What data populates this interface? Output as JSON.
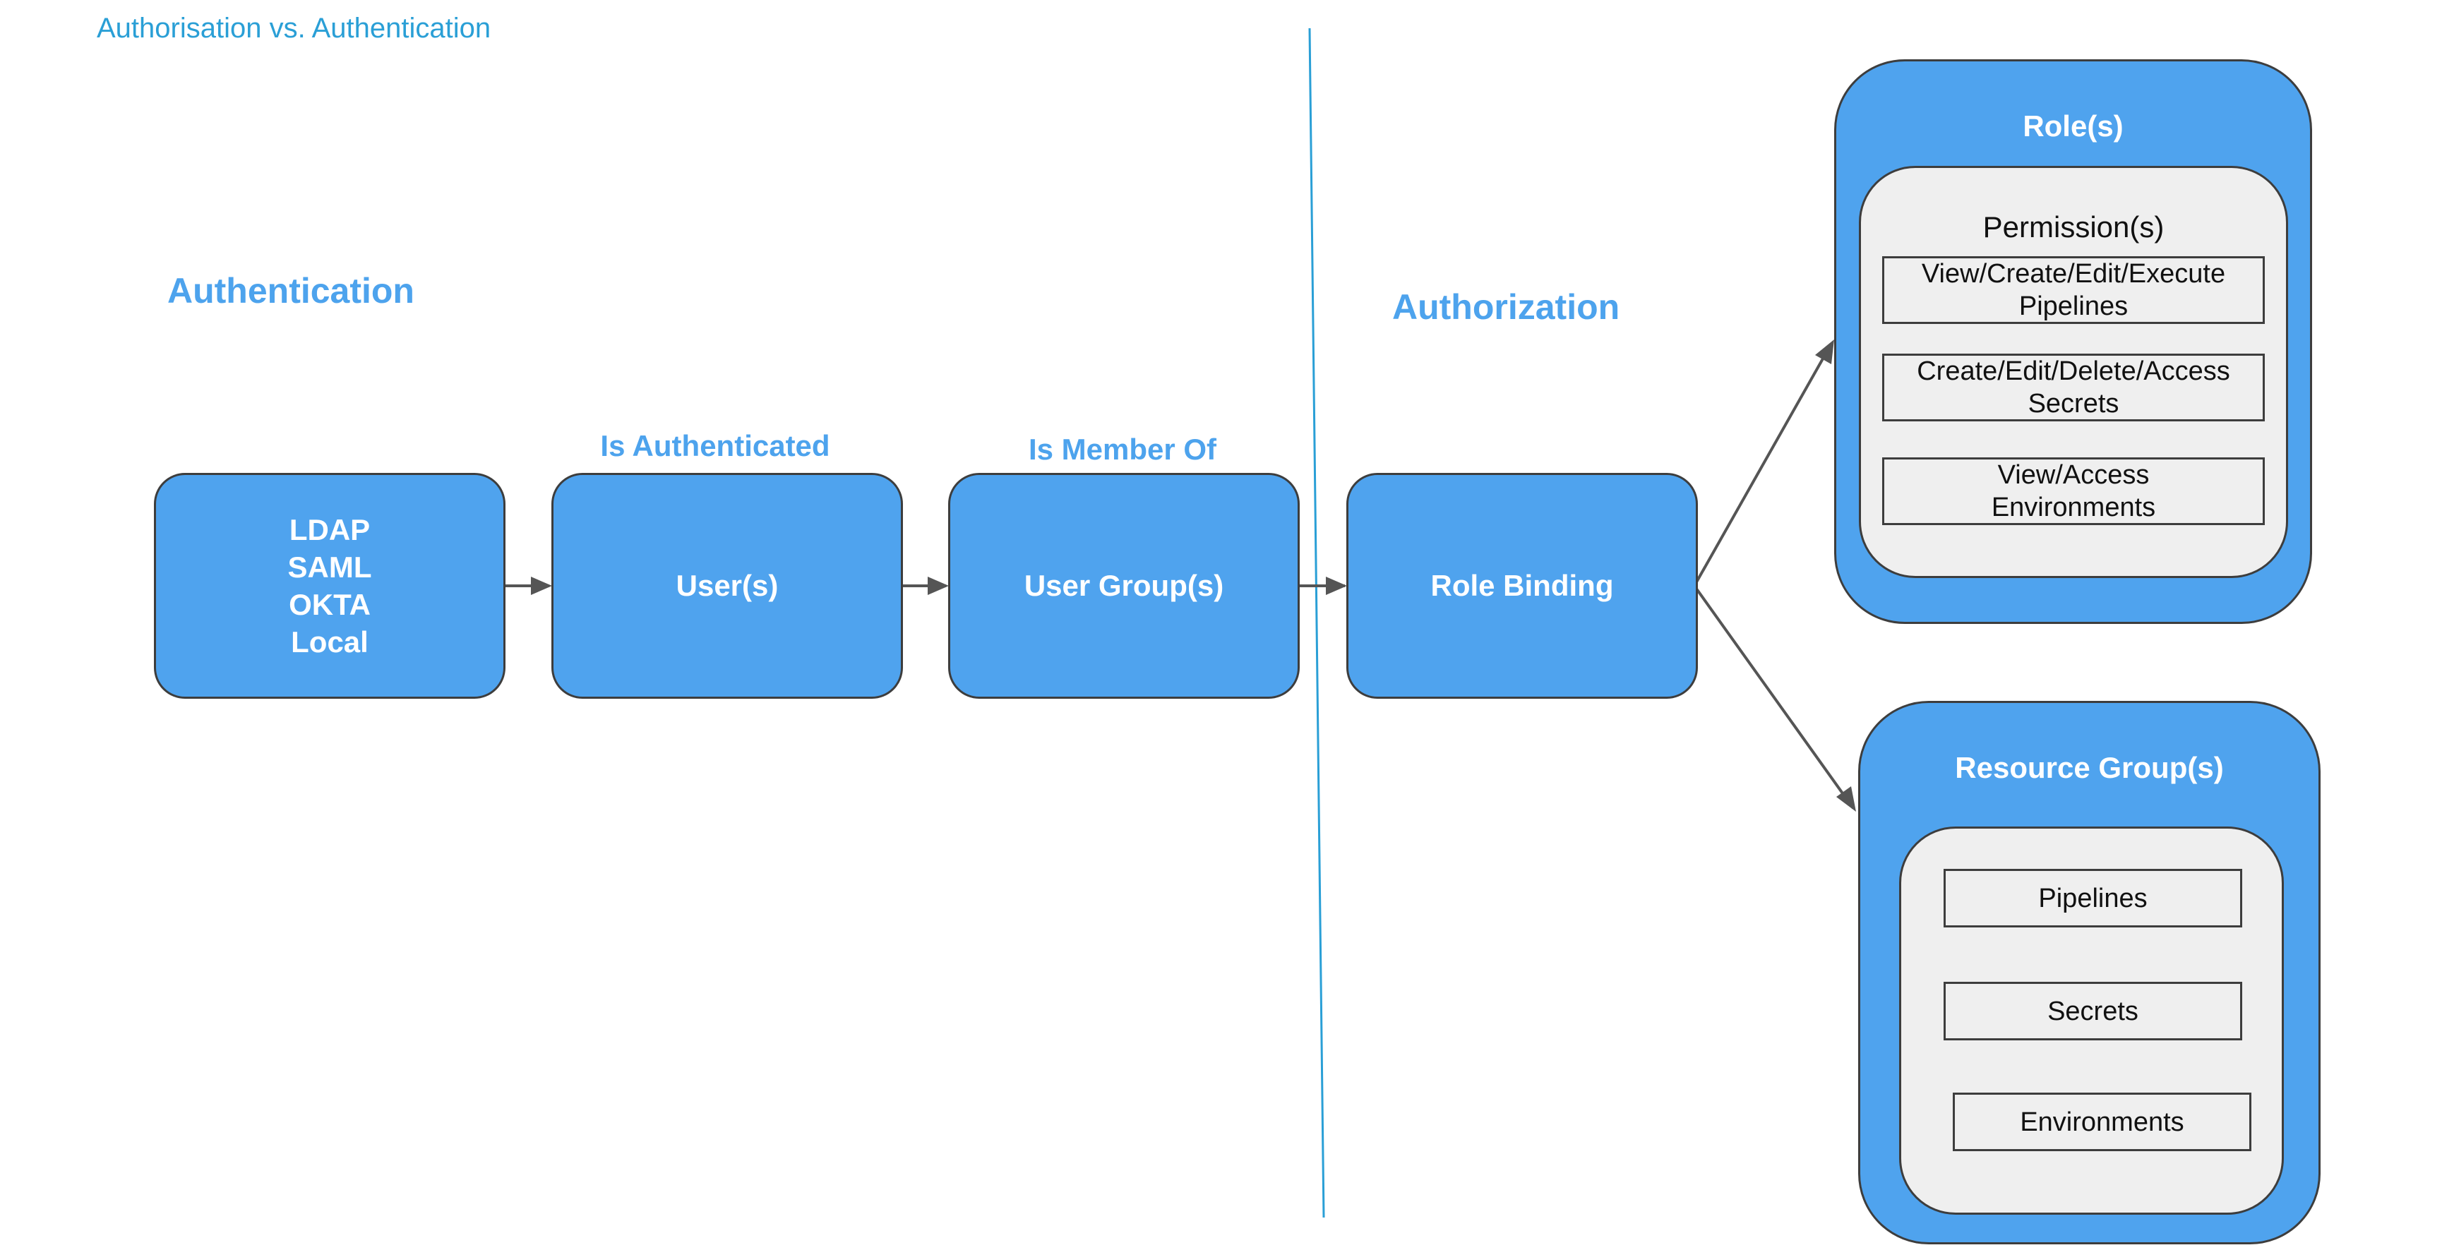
{
  "page_title": "Authorisation vs. Authentication",
  "sections": {
    "authentication": "Authentication",
    "authorization": "Authorization"
  },
  "edge_labels": {
    "is_authenticated": "Is Authenticated",
    "is_member_of": "Is Member Of"
  },
  "nodes": {
    "identity_providers": [
      "LDAP",
      "SAML",
      "OKTA",
      "Local"
    ],
    "users": "User(s)",
    "user_groups": "User Group(s)",
    "role_binding": "Role Binding"
  },
  "roles": {
    "title": "Role(s)",
    "permissions_heading": "Permission(s)",
    "permissions": [
      [
        "View/Create/Edit/Execute",
        "Pipelines"
      ],
      [
        "Create/Edit/Delete/Access",
        "Secrets"
      ],
      [
        "View/Access",
        "Environments"
      ]
    ]
  },
  "resource_groups": {
    "title": "Resource Group(s)",
    "items": [
      "Pipelines",
      "Secrets",
      "Environments"
    ]
  },
  "colors": {
    "node_fill": "#4fa3ee",
    "heading_blue": "#4da3ed",
    "title_blue": "#2a9fd6",
    "panel_fill": "#efefef",
    "border": "#3d3d3d",
    "divider": "#2a9fd6",
    "arrow": "#555555"
  }
}
